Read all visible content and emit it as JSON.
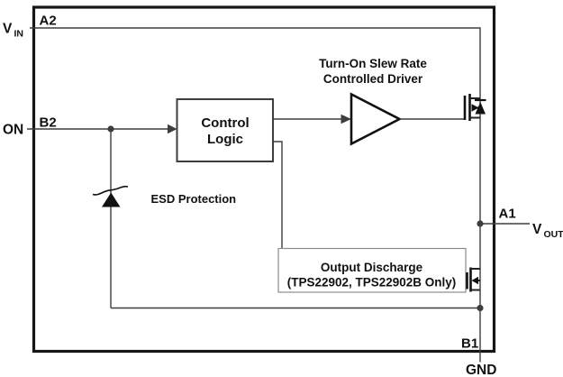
{
  "figure": {
    "title_semantic": "Functional block diagram of TPS22902 load switch",
    "pins": {
      "vin": {
        "base": "V",
        "sub": "IN",
        "pad": "A2"
      },
      "on": {
        "label": "ON",
        "pad": "B2"
      },
      "vout": {
        "base": "V",
        "sub": "OUT",
        "pad": "A1"
      },
      "gnd": {
        "label": "GND",
        "pad": "B1"
      }
    },
    "blocks": {
      "control_logic": {
        "line1": "Control",
        "line2": "Logic"
      },
      "driver": {
        "line1": "Turn-On Slew Rate",
        "line2": "Controlled Driver"
      },
      "esd": {
        "label": "ESD Protection"
      },
      "discharge": {
        "line1": "Output Discharge",
        "line2": "(TPS22902, TPS22902B Only)"
      }
    },
    "colors": {
      "wire": "#3d3d3d",
      "ink": "#111111",
      "outer_border": "#161616",
      "discharge_box_border": "#8c8c8c",
      "background": "#ffffff"
    }
  }
}
